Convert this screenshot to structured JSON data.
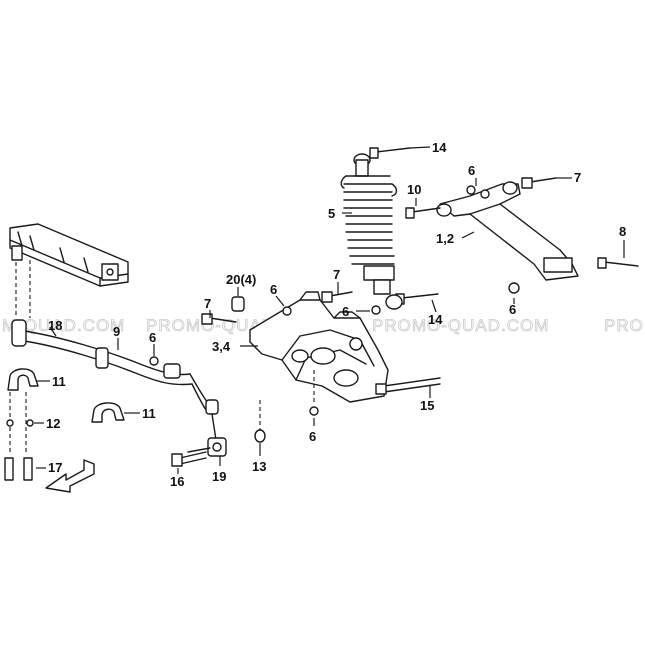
{
  "watermark": {
    "text_left": "M-QUAD.COM",
    "text_mid": "PROMO-QUAD.COM",
    "text_mid2": "PROMO-QUAD.COM",
    "text_right": "PRO"
  },
  "callouts": [
    {
      "id": "c14a",
      "label": "14"
    },
    {
      "id": "c6a",
      "label": "6"
    },
    {
      "id": "c7a",
      "label": "7"
    },
    {
      "id": "c10",
      "label": "10"
    },
    {
      "id": "c5",
      "label": "5"
    },
    {
      "id": "c12a",
      "label": "1,2"
    },
    {
      "id": "c8",
      "label": "8"
    },
    {
      "id": "c7b",
      "label": "7"
    },
    {
      "id": "c20",
      "label": "20(4)"
    },
    {
      "id": "c6b",
      "label": "6"
    },
    {
      "id": "c7c",
      "label": "7"
    },
    {
      "id": "c6c",
      "label": "6"
    },
    {
      "id": "c14b",
      "label": "14"
    },
    {
      "id": "c6d",
      "label": "6"
    },
    {
      "id": "c18",
      "label": "18"
    },
    {
      "id": "c9",
      "label": "9"
    },
    {
      "id": "c6e",
      "label": "6"
    },
    {
      "id": "c34",
      "label": "3,4"
    },
    {
      "id": "c11a",
      "label": "11"
    },
    {
      "id": "c11b",
      "label": "11"
    },
    {
      "id": "c12",
      "label": "12"
    },
    {
      "id": "c15",
      "label": "15"
    },
    {
      "id": "c6f",
      "label": "6"
    },
    {
      "id": "c13",
      "label": "13"
    },
    {
      "id": "c16",
      "label": "16"
    },
    {
      "id": "c19",
      "label": "19"
    },
    {
      "id": "c17",
      "label": "17"
    }
  ],
  "front_arrow_icon": "arrow-front-icon"
}
